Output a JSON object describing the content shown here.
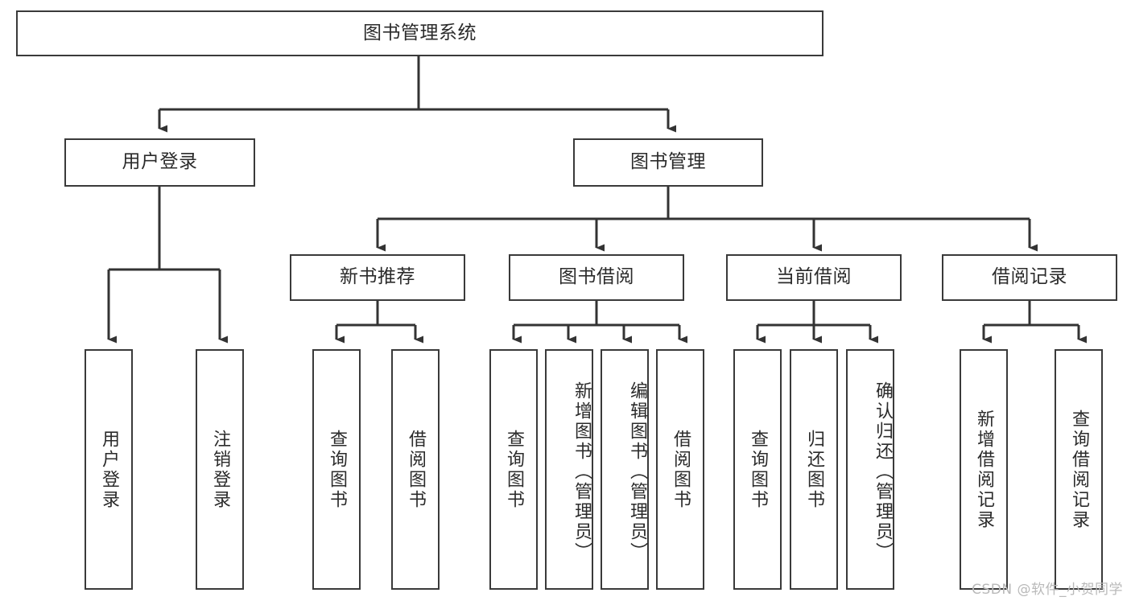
{
  "diagram": {
    "title": "图书管理系统",
    "watermark": "CSDN @软件_小贺同学",
    "colors": {
      "box_border": "#3a3a3a",
      "connector": "#333333",
      "text": "#2b2b2b",
      "background": "#ffffff",
      "watermark": "#b9b9b9"
    },
    "root": {
      "label": "图书管理系统"
    },
    "level1": [
      {
        "label": "用户登录"
      },
      {
        "label": "图书管理"
      }
    ],
    "level2": [
      {
        "label": "新书推荐"
      },
      {
        "label": "图书借阅"
      },
      {
        "label": "当前借阅"
      },
      {
        "label": "借阅记录"
      }
    ],
    "leaves": {
      "user_login": [
        {
          "label": "用户登录"
        },
        {
          "label": "注销登录"
        }
      ],
      "new_book_recommend": [
        {
          "label": "查询图书"
        },
        {
          "label": "借阅图书"
        }
      ],
      "book_borrow": [
        {
          "label": "查询图书"
        },
        {
          "label": "新增图书（管理员）"
        },
        {
          "label": "编辑图书（管理员）"
        },
        {
          "label": "借阅图书"
        }
      ],
      "current_borrow": [
        {
          "label": "查询图书"
        },
        {
          "label": "归还图书"
        },
        {
          "label": "确认归还（管理员）"
        }
      ],
      "borrow_record": [
        {
          "label": "新增借阅记录"
        },
        {
          "label": "查询借阅记录"
        }
      ]
    }
  },
  "chart_data": {
    "type": "table",
    "title": "图书管理系统 功能结构图",
    "tree": {
      "name": "图书管理系统",
      "children": [
        {
          "name": "用户登录",
          "children": [
            {
              "name": "用户登录"
            },
            {
              "name": "注销登录"
            }
          ]
        },
        {
          "name": "图书管理",
          "children": [
            {
              "name": "新书推荐",
              "children": [
                {
                  "name": "查询图书"
                },
                {
                  "name": "借阅图书"
                }
              ]
            },
            {
              "name": "图书借阅",
              "children": [
                {
                  "name": "查询图书"
                },
                {
                  "name": "新增图书（管理员）"
                },
                {
                  "name": "编辑图书（管理员）"
                },
                {
                  "name": "借阅图书"
                }
              ]
            },
            {
              "name": "当前借阅",
              "children": [
                {
                  "name": "查询图书"
                },
                {
                  "name": "归还图书"
                },
                {
                  "name": "确认归还（管理员）"
                }
              ]
            },
            {
              "name": "借阅记录",
              "children": [
                {
                  "name": "新增借阅记录"
                },
                {
                  "name": "查询借阅记录"
                }
              ]
            }
          ]
        }
      ]
    }
  }
}
